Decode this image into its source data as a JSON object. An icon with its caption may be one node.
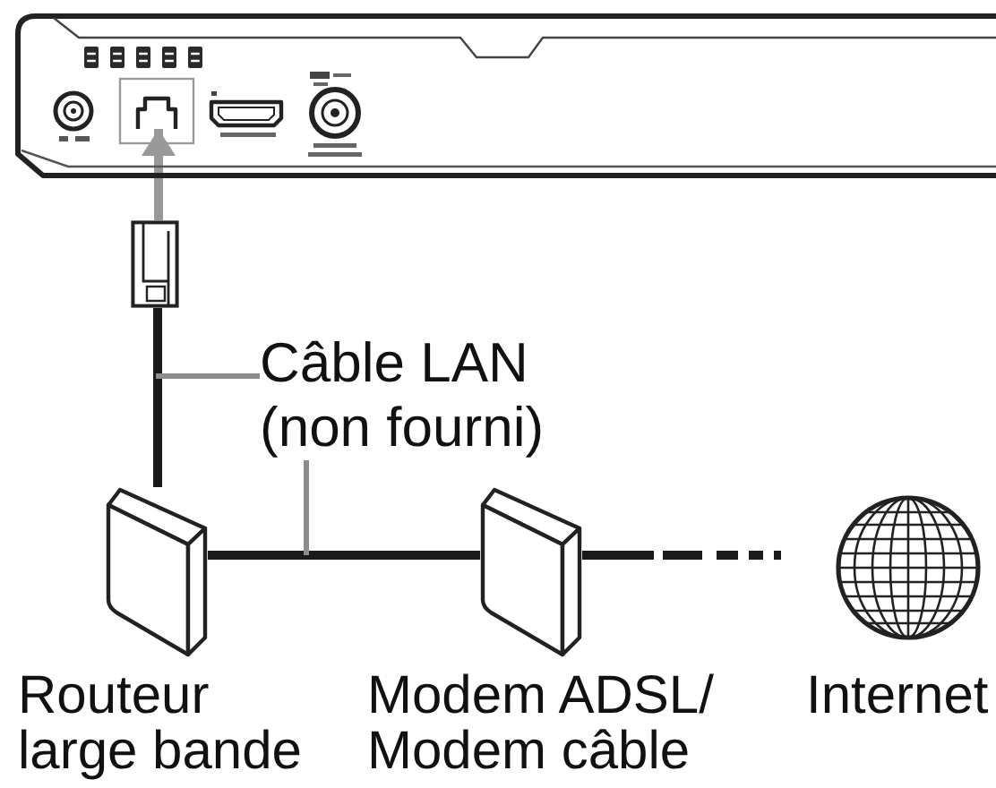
{
  "diagram": {
    "nodes": [
      {
        "text": [],
        "shape": "picture"
      },
      {
        "text": [],
        "shape": "picture",
        "in": 0
      },
      {
        "text": [],
        "shape": "picture"
      },
      {
        "text": [
          "Câble LAN (non fourni)"
        ]
      },
      {
        "text": [
          "Routeur large bande"
        ]
      },
      {
        "text": [
          "Modem ADSL/ Modem câble"
        ]
      },
      {
        "text": [
          "Internet"
        ]
      }
    ],
    "edges": [
      {
        "from": 2,
        "to": 1,
        "arrow": "to",
        "color": "#999999"
      },
      {
        "from": 2,
        "to": 4,
        "arrow": "none"
      },
      {
        "from": 4,
        "to": 5,
        "arrow": "none"
      },
      {
        "from": 5,
        "to": 6,
        "arrow": "none",
        "style": "dashed"
      },
      {
        "from": 3,
        "to": null,
        "arrow": "none",
        "color": "#8c8c8c"
      },
      {
        "from": 3,
        "to": null,
        "arrow": "none",
        "color": "#8c8c8c"
      }
    ]
  }
}
